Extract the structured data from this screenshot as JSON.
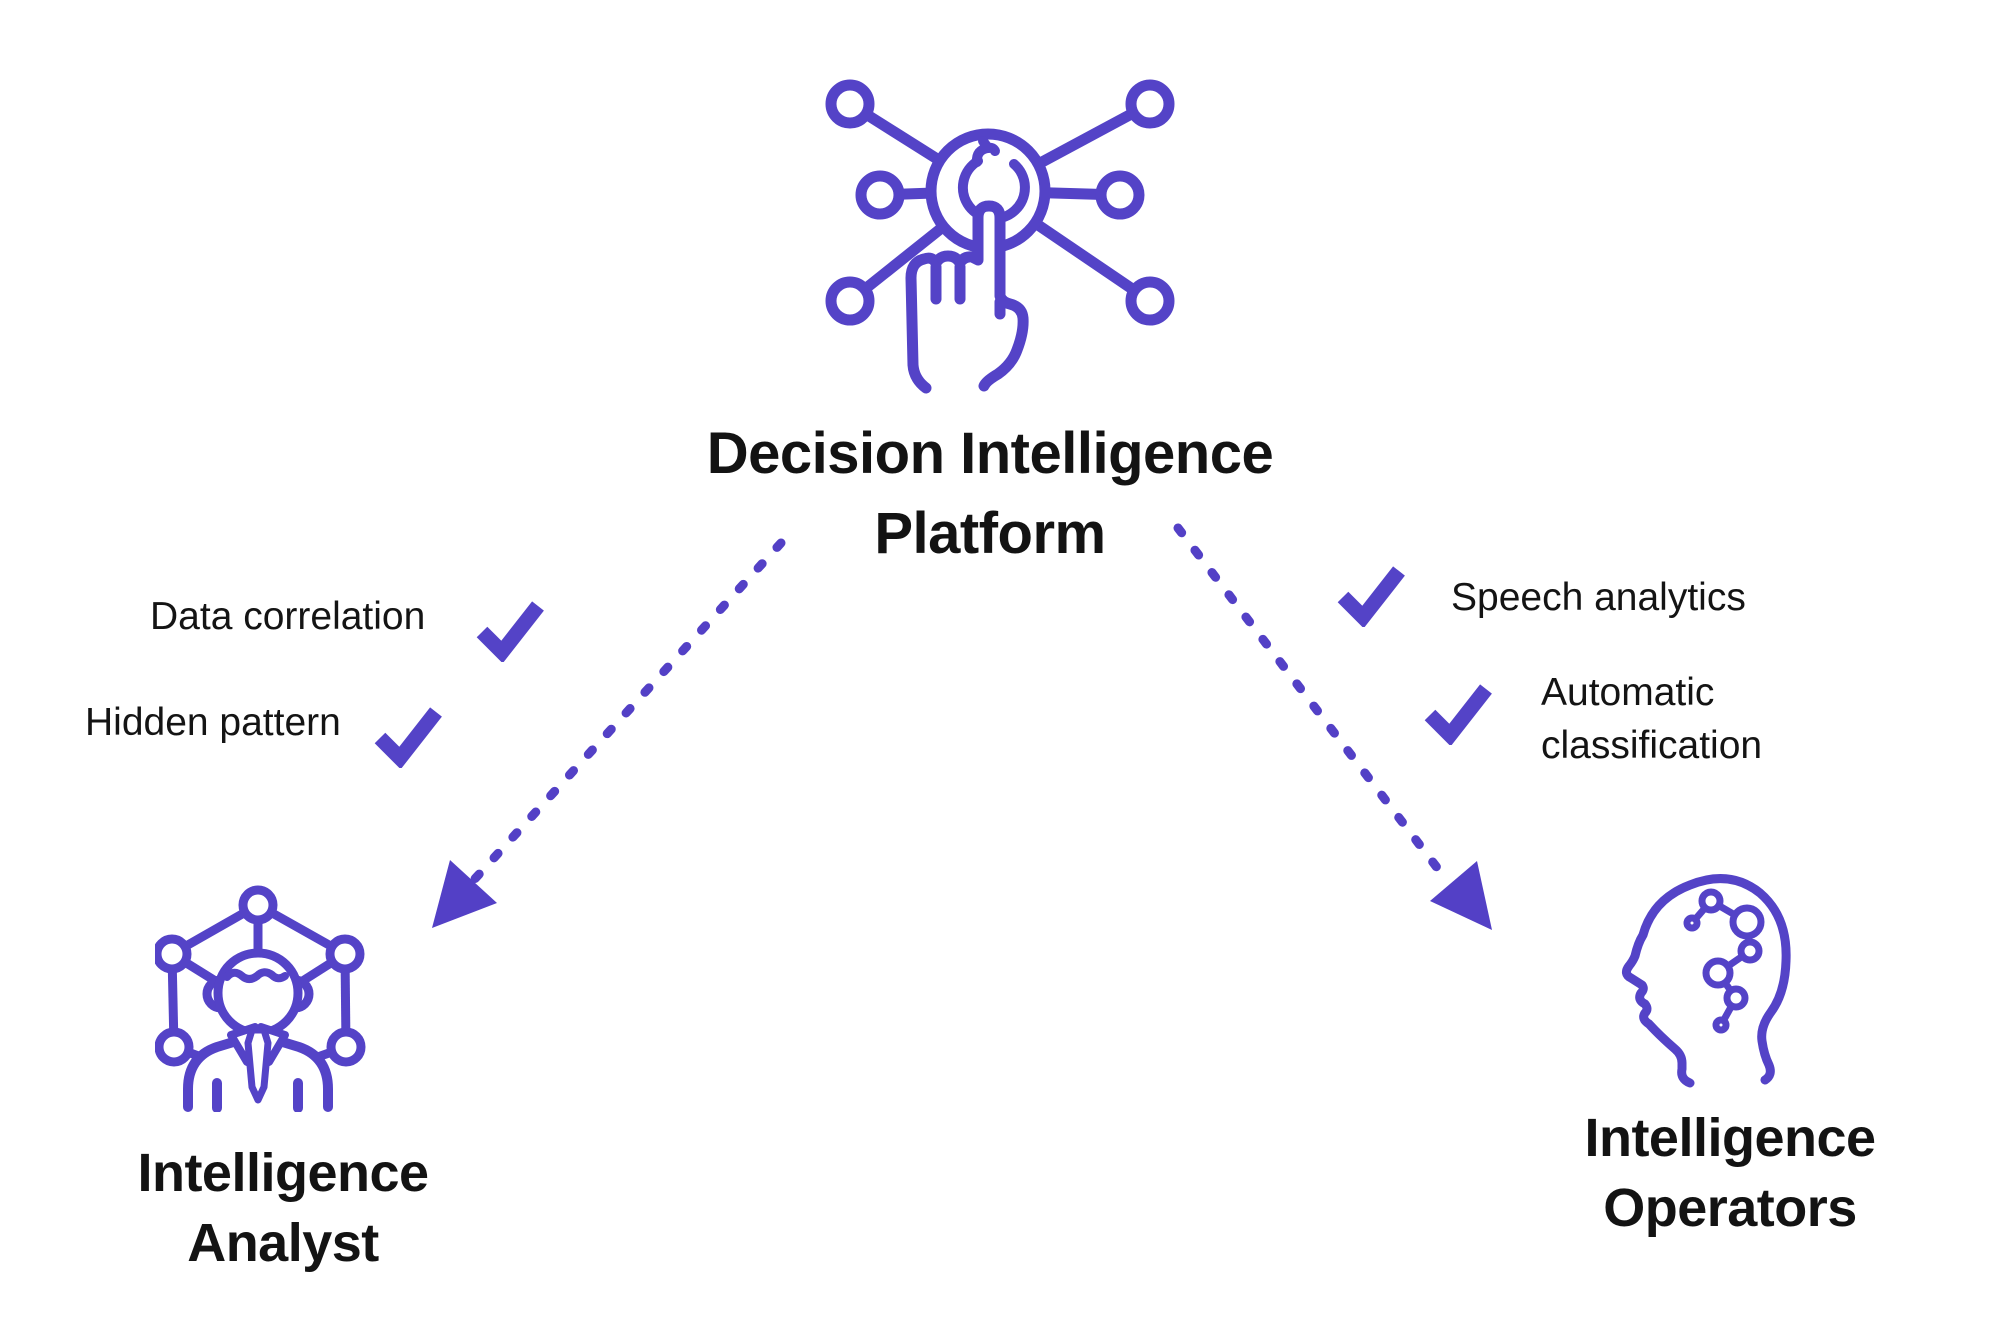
{
  "colors": {
    "accent": "#5443C7",
    "arrow": "#5340C6",
    "text": "#141414",
    "background": "#ffffff"
  },
  "platform": {
    "icon": "network-touch-icon",
    "title_line1": "Decision Intelligence",
    "title_line2": "Platform"
  },
  "left_branch": {
    "features": [
      {
        "label": "Data correlation",
        "icon": "checkmark-icon"
      },
      {
        "label": "Hidden pattern",
        "icon": "checkmark-icon"
      }
    ],
    "role": {
      "icon": "analyst-network-icon",
      "label_line1": "Intelligence",
      "label_line2": "Analyst"
    }
  },
  "right_branch": {
    "features": [
      {
        "label": "Speech analytics",
        "icon": "checkmark-icon"
      },
      {
        "label_line1": "Automatic",
        "label_line2": "classification",
        "icon": "checkmark-icon"
      }
    ],
    "role": {
      "icon": "mind-molecule-icon",
      "label_line1": "Intelligence",
      "label_line2": "Operators"
    }
  }
}
